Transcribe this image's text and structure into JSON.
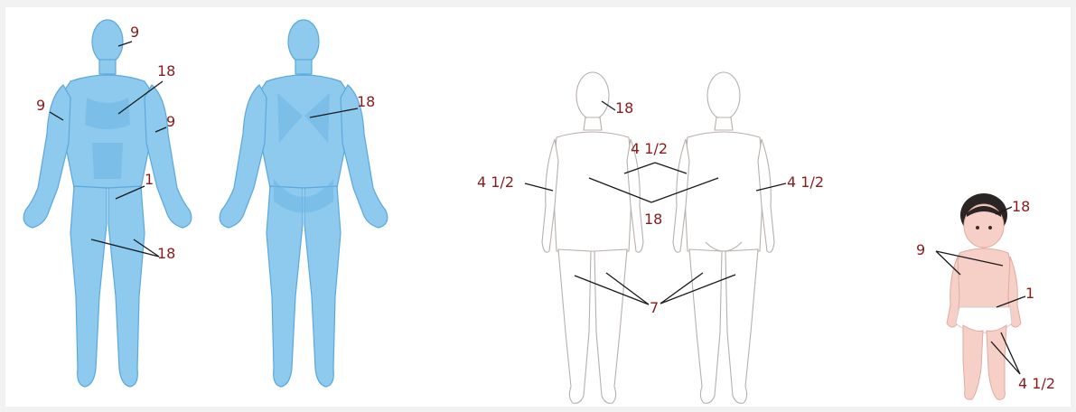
{
  "adult_blue_front": {
    "head_pct": "9",
    "trunk_pct": "18",
    "left_arm_pct": "9",
    "right_arm_pct": "9",
    "genitalia_pct": "1",
    "legs_pct": "18"
  },
  "adult_blue_back": {
    "back_trunk_pct": "18"
  },
  "child_outline": {
    "head_pct": "18",
    "upper_arm_pct": "4 1/2",
    "left_arm_pct": "4 1/2",
    "right_arm_pct": "4 1/2",
    "trunk_pct": "18",
    "legs_pct": "7"
  },
  "infant": {
    "head_pct": "18",
    "arms_pct": "9",
    "genitalia_pct": "1",
    "legs_pct": "4 1/2"
  },
  "colors": {
    "label": "#8b1a1a",
    "adult_body": "#8ec9ee",
    "child_outline": "#b8b0ab",
    "infant_skin": "#f6cfc6"
  }
}
